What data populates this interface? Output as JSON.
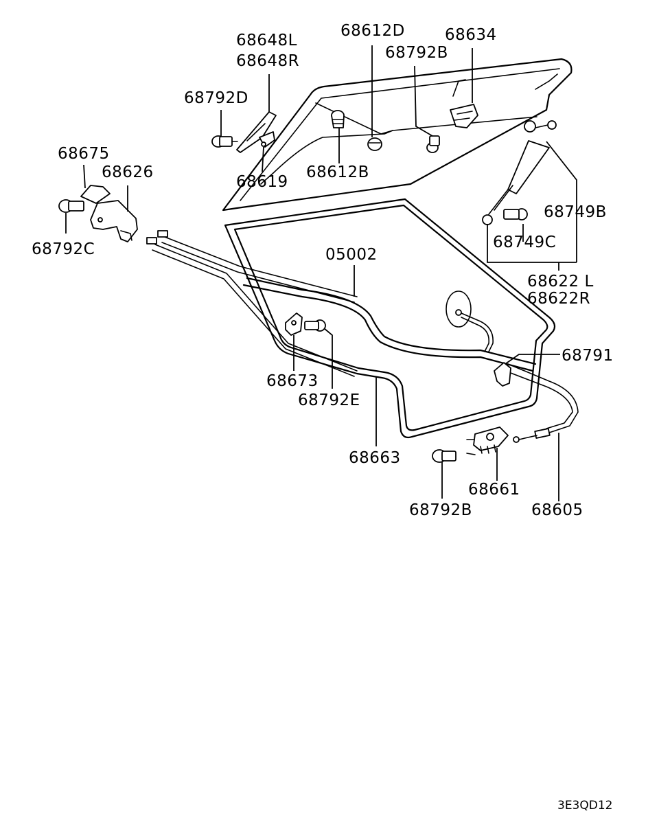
{
  "labels": {
    "p68648L": "68648L",
    "p68648R": "68648R",
    "p68612D": "68612D",
    "p68792B_top": "68792B",
    "p68634": "68634",
    "p68792D": "68792D",
    "p68675": "68675",
    "p68626": "68626",
    "p68619": "68619",
    "p68612B": "68612B",
    "p68792C": "68792C",
    "p68749B": "68749B",
    "p68749C": "68749C",
    "p05002": "05002",
    "p68622L": "68622 L",
    "p68622R": "68622R",
    "p68791": "68791",
    "p68673": "68673",
    "p68792E": "68792E",
    "p68663": "68663",
    "p68661": "68661",
    "p68792B_bottom": "68792B",
    "p68605": "68605"
  },
  "diagram_code": "3E3QD12",
  "icons": [
    "bolt-icon",
    "gas-strut-icon",
    "hinge-icon",
    "latch-icon",
    "cable-icon",
    "bumper-icon"
  ]
}
